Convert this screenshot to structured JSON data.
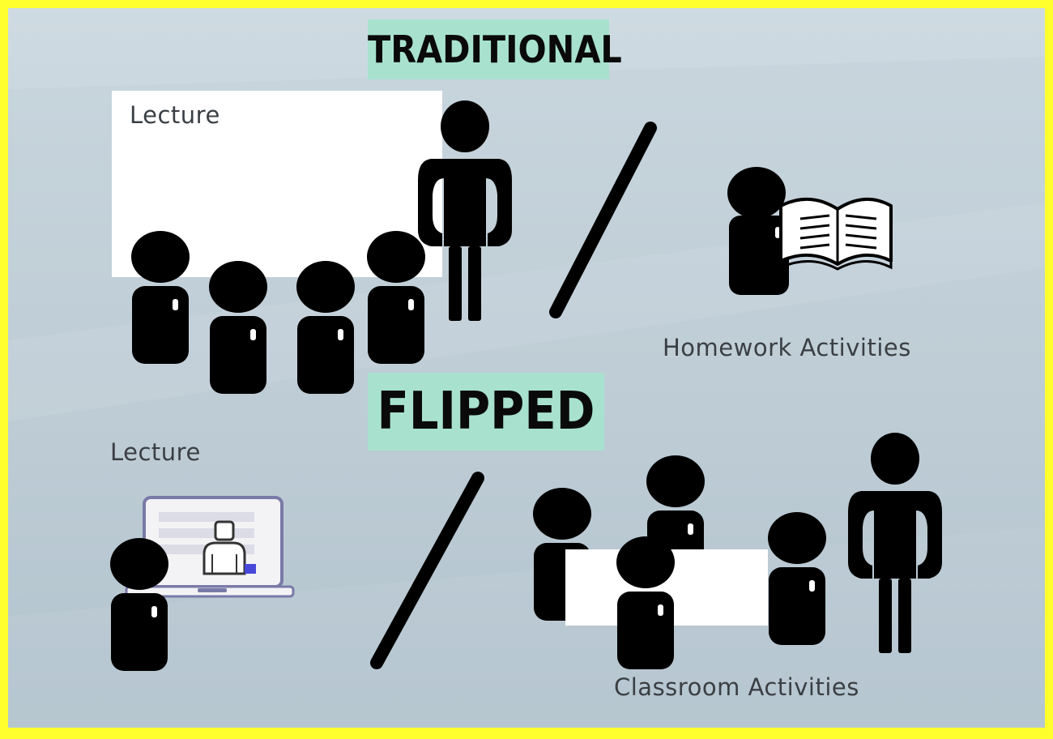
{
  "traditional": {
    "banner": "TRADITIONAL",
    "lecture_label": "Lecture",
    "homework_label": "Homework Activities"
  },
  "flipped": {
    "banner": "FLIPPED",
    "lecture_label": "Lecture",
    "classroom_label": "Classroom Activities"
  },
  "colors": {
    "frame": "#ffff2e",
    "background": "#c4d2da",
    "banner": "#a8e2cf",
    "figure": "#000000",
    "board": "#ffffff",
    "laptop_frame": "#7a7aa8",
    "laptop_accent": "#4848d8"
  }
}
